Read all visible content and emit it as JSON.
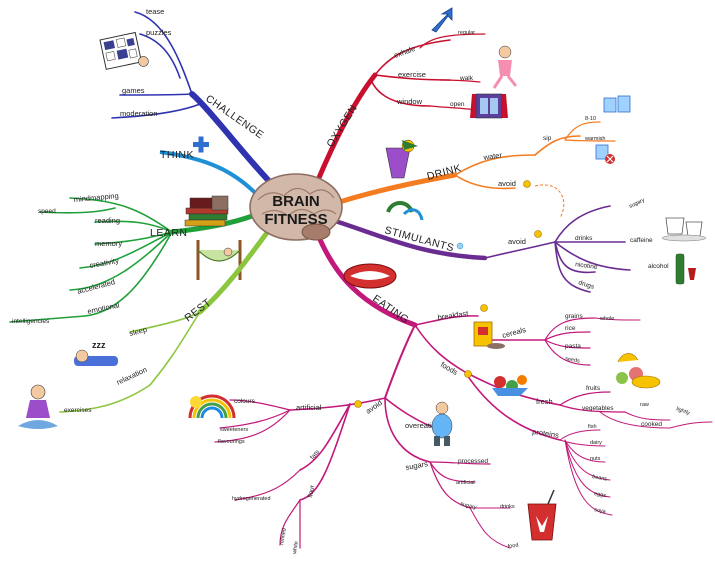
{
  "center": {
    "line1": "BRAIN",
    "line2": "FITNESS"
  },
  "branches": {
    "challenge": {
      "label": "CHALLENGE",
      "color": "#2f33b0",
      "items": [
        "tease",
        "puzzles",
        "games",
        "moderation"
      ]
    },
    "think": {
      "label": "THINK",
      "color": "#1e90d6"
    },
    "learn": {
      "label": "LEARN",
      "color": "#1fa03a",
      "items": [
        "mindmapping",
        "speed",
        "reading",
        "memory",
        "creativity",
        "accelerated",
        "emotional",
        "intelligencies"
      ]
    },
    "rest": {
      "label": "REST",
      "color": "#8cc63f",
      "items": [
        "sleep",
        "relaxation",
        "exercises"
      ]
    },
    "oxygen": {
      "label": "OXYGEN",
      "color": "#c8102e",
      "items": [
        "exhale",
        "regular",
        "exercise",
        "walk",
        "window",
        "open"
      ]
    },
    "drink": {
      "label": "DRINK",
      "color": "#f47c20",
      "items": [
        "water",
        "sip",
        "8-10",
        "warmish",
        "avoid"
      ]
    },
    "stimulants": {
      "label": "STIMULANTS",
      "color": "#6a2c91",
      "items": [
        "avoid",
        "drinks",
        "sugary",
        "caffeine",
        "alcohol",
        "nicotine",
        "drugs"
      ]
    },
    "eating": {
      "label": "EATING",
      "color": "#c2187a",
      "breakfast": "breakfast",
      "cereals": [
        "cereals",
        "grains",
        "whole",
        "rice",
        "pasta",
        "seeds"
      ],
      "foods": "foods",
      "fresh": [
        "fresh",
        "fruits",
        "vegetables",
        "raw",
        "cooked",
        "lightly"
      ],
      "proteins": [
        "proteins",
        "fish",
        "dairy",
        "nuts",
        "beans",
        "eggs",
        "soya"
      ],
      "avoid": "avoid",
      "artificial": [
        "artificial",
        "colours",
        "sweeteners",
        "flavourings"
      ],
      "fats": [
        "fats",
        "hydrogenerated"
      ],
      "flour": [
        "flour",
        "refined",
        "white"
      ],
      "overeating": "overeating",
      "sugars": [
        "sugars",
        "processed",
        "artificial",
        "sugary",
        "drinks",
        "food"
      ]
    }
  }
}
